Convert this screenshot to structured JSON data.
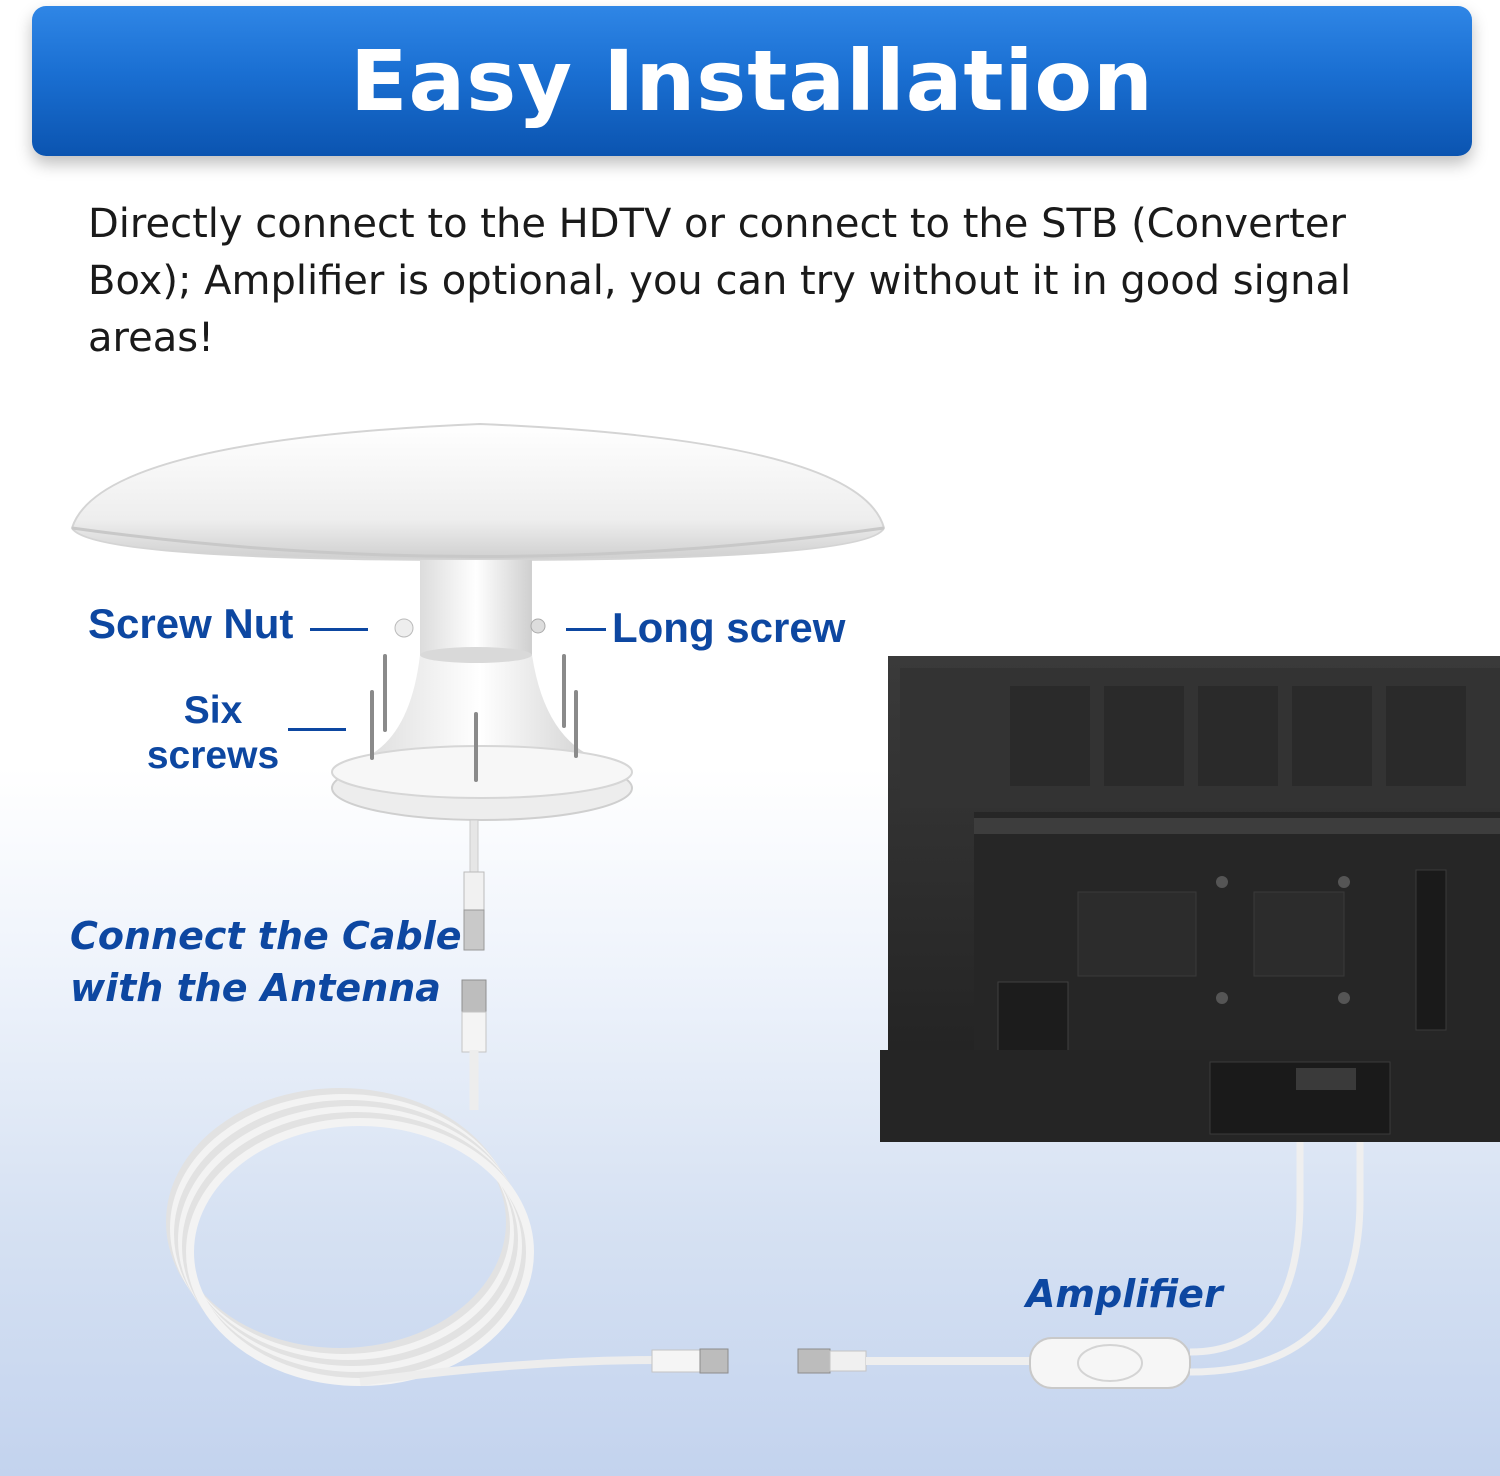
{
  "banner": {
    "title": "Easy Installation"
  },
  "description": "Directly connect to the HDTV or connect to the STB (Converter Box); Amplifier is optional, you can try without it in good signal areas!",
  "labels": {
    "screw_nut": "Screw Nut",
    "long_screw": "Long screw",
    "six_screws_line1": "Six",
    "six_screws_line2": "screws",
    "connect_cable_line1": "Connect the Cable",
    "connect_cable_line2": "with the Antenna",
    "amplifier": "Amplifier"
  },
  "colors": {
    "banner": "#1a6fd2",
    "label_blue": "#0d47a1",
    "tv_body": "#2b2b2b",
    "antenna": "#f2f2f2"
  }
}
